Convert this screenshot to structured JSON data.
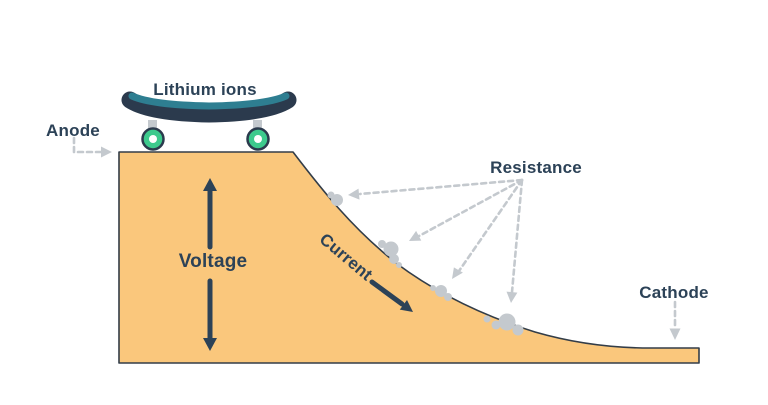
{
  "labels": {
    "lithium_ions": "Lithium ions",
    "anode": "Anode",
    "voltage": "Voltage",
    "current": "Current",
    "resistance": "Resistance",
    "cathode": "Cathode"
  },
  "icons": {
    "skateboard": "skateboard-icon (teal-top navy deck, green wheels, drawn as SVG shapes)",
    "rocks": "rock-cluster-icon (gray circle clusters on slope)",
    "voltage_arrow": "double-headed vertical navy arrow",
    "current_arrow": "solid navy arrow pointing down-slope",
    "pointer_arrows": "gray dashed arrows with solid triangular heads"
  },
  "colors": {
    "background": "#ffffff",
    "ramp_fill": "#fac77c",
    "ramp_outline": "#333d48",
    "text_navy": "#2c4257",
    "arrow_navy": "#2c4257",
    "dashed_gray": "#c4c9ce",
    "rock_gray": "#c4c9ce",
    "deck_navy": "#2b3a4d",
    "deck_teal": "#2e7e91",
    "wheel_green": "#3dca8d",
    "wheel_hub_white": "#ffffff",
    "truck_gray": "#c4c9ce"
  }
}
